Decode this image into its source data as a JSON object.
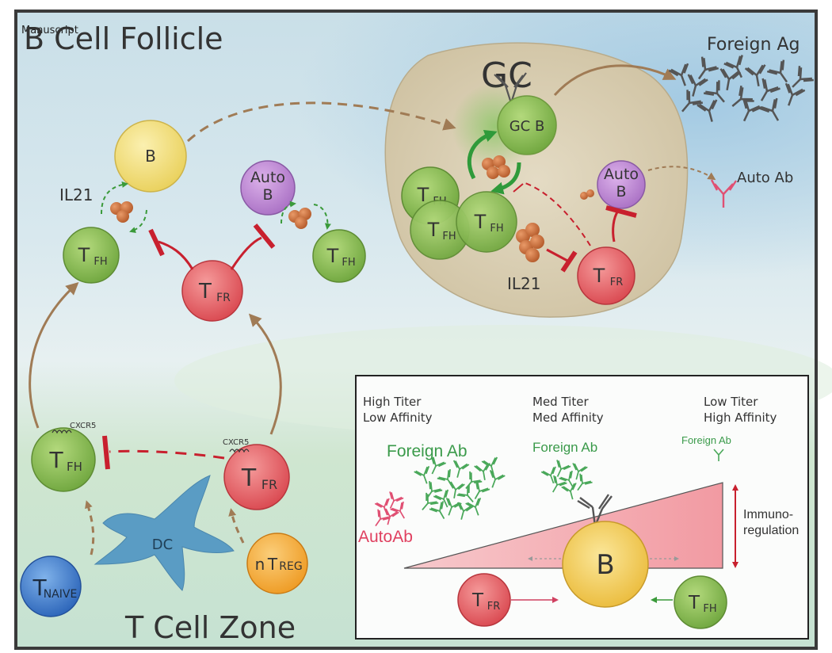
{
  "header": {
    "manuscript_label": "Manuscript",
    "follicle_title": "B Cell Follicle",
    "tcell_zone_title": "T Cell Zone"
  },
  "gc": {
    "title": "GC",
    "gcb_label": "GC B",
    "il21_label": "IL21"
  },
  "follicle": {
    "b_label": "B",
    "auto_b_top": "Auto",
    "auto_b_bottom": "B",
    "il21_label": "IL21"
  },
  "cell": {
    "t_main": "T",
    "fh_sub": "FH",
    "fr_sub": "FR",
    "naive_sub": "NAIVE",
    "treg_prefix": "n",
    "treg_main": "T",
    "treg_sub": "REG"
  },
  "tzone": {
    "cxcr5_left": "CXCR5",
    "cxcr5_right": "CXCR5",
    "dc_label": "DC"
  },
  "outside": {
    "foreign_ag": "Foreign Ag",
    "auto_ab": "Auto Ab"
  },
  "inset": {
    "col_high_1": "High Titer",
    "col_high_2": "Low Affinity",
    "col_med_1": "Med Titer",
    "col_med_2": "Med Affinity",
    "col_low_1": "Low Titer",
    "col_low_2": "High Affinity",
    "foreign_ab_large": "Foreign Ab",
    "foreign_ab_med": "Foreign Ab",
    "foreign_ab_small": "Foreign Ab",
    "autoab": "AutoAb",
    "b_label": "B",
    "immuno_1": "Immuno-",
    "immuno_2": "regulation"
  },
  "colors": {
    "tfh_fill": "#8dbf55",
    "tfr_fill": "#e8686c",
    "b_fill": "#f3e07a",
    "auto_b_fill": "#c08ad8",
    "naive_fill": "#3d7fd0",
    "treg_fill": "#f6ad3c",
    "dc_fill": "#5a9cc4",
    "gc_fill": "#d8cdb3",
    "inhibit_red": "#c8202e",
    "arrow_brown": "#a07b55",
    "foreign_green": "#3a9a4a",
    "auto_pink": "#e05073",
    "cytokine": "#c76a35"
  }
}
